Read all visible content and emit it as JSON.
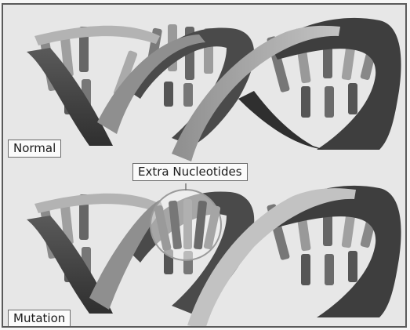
{
  "labels": {
    "normal": "Normal",
    "extra": "Extra Nucleotides",
    "mutation": "Mutation"
  },
  "colors": {
    "background": "#e7e7e7",
    "backbone_dark": "#3f3f3f",
    "backbone_mid": "#6f6f6f",
    "backbone_light": "#b9b9b9",
    "base_light": "#9c9c9c",
    "base_dark": "#555555",
    "highlight_circle": "#cfcfcf"
  }
}
